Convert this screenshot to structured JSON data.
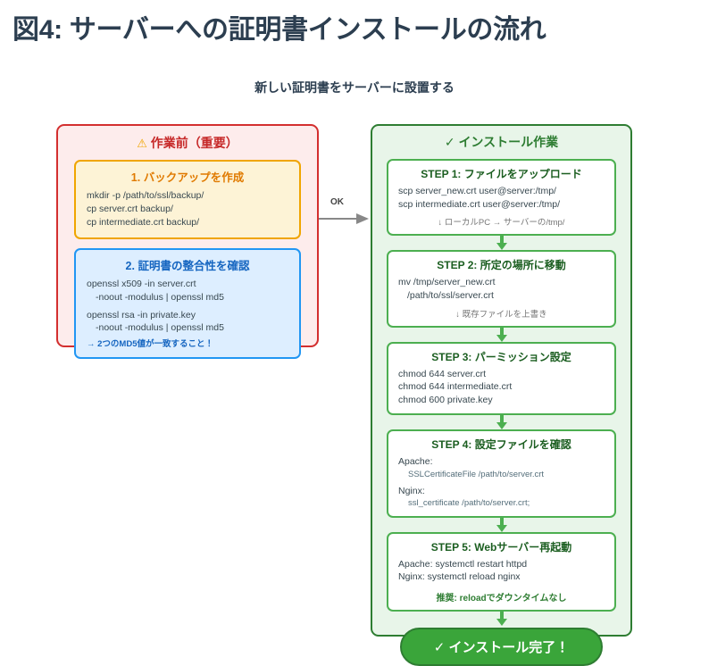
{
  "figure": {
    "title": "図4: サーバーへの証明書インストールの流れ",
    "subtitle": "新しい証明書をサーバーに設置する"
  },
  "connector": {
    "label": "OK",
    "arrow_color": "#888888"
  },
  "pre_work": {
    "warn_icon": "⚠",
    "title": "作業前（重要）",
    "border_color": "#d32f2f",
    "background_color": "#fdecec",
    "title_color": "#c62828",
    "boxes": [
      {
        "title": "1. バックアップを作成",
        "border_color": "#f0a500",
        "background_color": "#fdf3d6",
        "title_color": "#e07a00",
        "lines": [
          "mkdir -p /path/to/ssl/backup/",
          "cp server.crt backup/",
          "cp intermediate.crt backup/"
        ]
      },
      {
        "title": "2. 証明書の整合性を確認",
        "border_color": "#2196f3",
        "background_color": "#ddeeff",
        "title_color": "#1565c0",
        "lines": [
          "openssl x509 -in server.crt",
          "-noout -modulus | openssl md5",
          "openssl rsa -in private.key",
          "-noout -modulus | openssl md5"
        ],
        "note": "→ 2つのMD5値が一致すること！"
      }
    ]
  },
  "install": {
    "check_icon": "✓",
    "title": "インストール作業",
    "border_color": "#2e7d32",
    "background_color": "#e8f5e9",
    "title_color": "#2e7d32",
    "steps": [
      {
        "title": "STEP 1: ファイルをアップロード",
        "lines": [
          "scp server_new.crt user@server:/tmp/",
          "scp intermediate.crt user@server:/tmp/"
        ],
        "note": "↓ ローカルPC → サーバーの/tmp/"
      },
      {
        "title": "STEP 2: 所定の場所に移動",
        "lines": [
          "mv /tmp/server_new.crt",
          "/path/to/ssl/server.crt"
        ],
        "note": "↓ 既存ファイルを上書き"
      },
      {
        "title": "STEP 3: パーミッション設定",
        "lines": [
          "chmod 644 server.crt",
          "chmod 644 intermediate.crt",
          "chmod 600 private.key"
        ]
      },
      {
        "title": "STEP 4: 設定ファイルを確認",
        "apache_label": "Apache:",
        "apache_value": "SSLCertificateFile /path/to/server.crt",
        "nginx_label": "Nginx:",
        "nginx_value": "ssl_certificate /path/to/server.crt;"
      },
      {
        "title": "STEP 5: Webサーバー再起動",
        "lines": [
          "Apache: systemctl restart httpd",
          "Nginx: systemctl reload nginx"
        ],
        "note_green": "推奨: reloadでダウンタイムなし"
      }
    ],
    "done_icon": "✓",
    "done_label": "インストール完了！",
    "done_color": "#3aa53a"
  }
}
